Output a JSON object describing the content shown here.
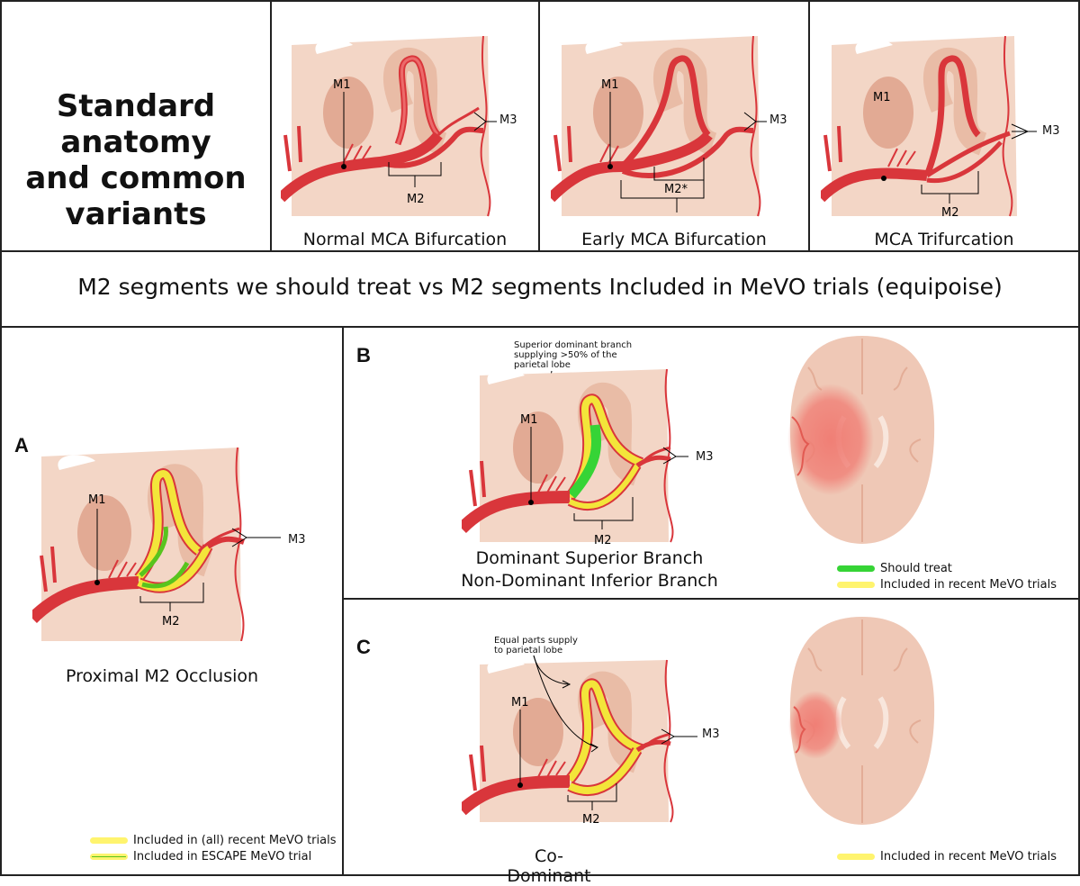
{
  "header": {
    "title_lines": [
      "Standard anatomy",
      "and common",
      "variants"
    ]
  },
  "variants": [
    {
      "caption": "Normal MCA Bifurcation",
      "labels": {
        "m1": "M1",
        "m2": "M2",
        "m3": "M3"
      }
    },
    {
      "caption": "Early MCA Bifurcation",
      "labels": {
        "m1": "M1",
        "m2": "M2*",
        "m3": "M3"
      }
    },
    {
      "caption": "MCA Trifurcation",
      "labels": {
        "m1": "M1",
        "m2": "M2",
        "m3": "M3"
      }
    }
  ],
  "banner": "M2 segments we should treat vs M2 segments Included in MeVO trials (equipoise)",
  "panel_a": {
    "letter": "A",
    "labels": {
      "m1": "M1",
      "m2": "M2",
      "m3": "M3"
    },
    "caption": "Proximal M2 Occlusion",
    "legend": [
      {
        "label": "Included in (all) recent MeVO trials",
        "color": "#fff46e"
      },
      {
        "label": "Included in ESCAPE MeVO trial",
        "color": "#58c41e"
      }
    ]
  },
  "panel_b": {
    "letter": "B",
    "annotation": [
      "Superior dominant branch",
      "supplying >50% of the",
      "parietal lobe"
    ],
    "labels": {
      "m1": "M1",
      "m2": "M2",
      "m3": "M3"
    },
    "caption_lines": [
      "Dominant Superior Branch",
      "Non-Dominant Inferior Branch"
    ],
    "legend": [
      {
        "label": "Should treat",
        "color": "#36d436"
      },
      {
        "label": "Included in recent MeVO trials",
        "color": "#fff46e"
      }
    ]
  },
  "panel_c": {
    "letter": "C",
    "annotation": [
      "Equal parts supply",
      "to parietal lobe"
    ],
    "labels": {
      "m1": "M1",
      "m2": "M2",
      "m3": "M3"
    },
    "caption": "Co-Dominant",
    "legend": [
      {
        "label": "Included in recent MeVO trials",
        "color": "#fff46e"
      }
    ]
  },
  "colors": {
    "tissue": "#f3d6c6",
    "tissue_dark": "#e9bca6",
    "nucleus": "#e2aa94",
    "vessel": "#d9363b",
    "vessel_light": "#ec6a6a",
    "infarct": "#f07b72",
    "brain": "#efc8b6"
  }
}
